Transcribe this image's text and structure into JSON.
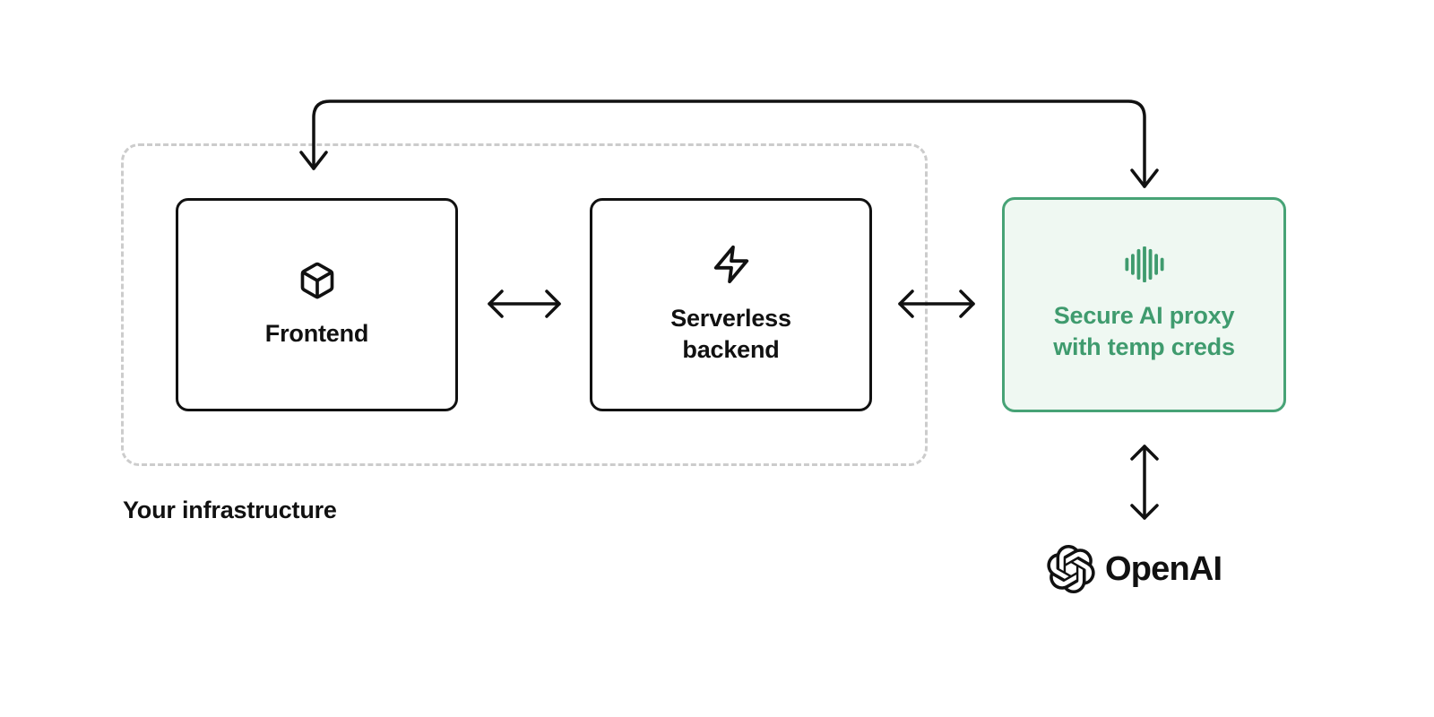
{
  "diagram": {
    "group": {
      "label": "Your infrastructure"
    },
    "nodes": {
      "frontend": {
        "label": "Frontend",
        "icon": "box-icon"
      },
      "serverless": {
        "label": "Serverless backend",
        "icon": "zap-icon"
      },
      "proxy": {
        "label": "Secure AI proxy with temp creds",
        "icon": "audio-waveform-icon"
      },
      "openai": {
        "label": "OpenAI",
        "icon": "openai-logo-icon"
      }
    },
    "edges": [
      {
        "from": "proxy",
        "to": "frontend",
        "style": "top-elbow-loop",
        "arrowheads": "both-down"
      },
      {
        "from": "frontend",
        "to": "serverless",
        "style": "horizontal",
        "arrowheads": "both"
      },
      {
        "from": "serverless",
        "to": "proxy",
        "style": "horizontal",
        "arrowheads": "both"
      },
      {
        "from": "proxy",
        "to": "openai",
        "style": "vertical",
        "arrowheads": "both"
      }
    ],
    "colors": {
      "ink": "#111111",
      "accent_green": "#47a376",
      "accent_green_text": "#3f9b6e",
      "accent_green_bg": "#eff8f2",
      "dashed_border": "#cccccc",
      "background": "#ffffff"
    }
  }
}
